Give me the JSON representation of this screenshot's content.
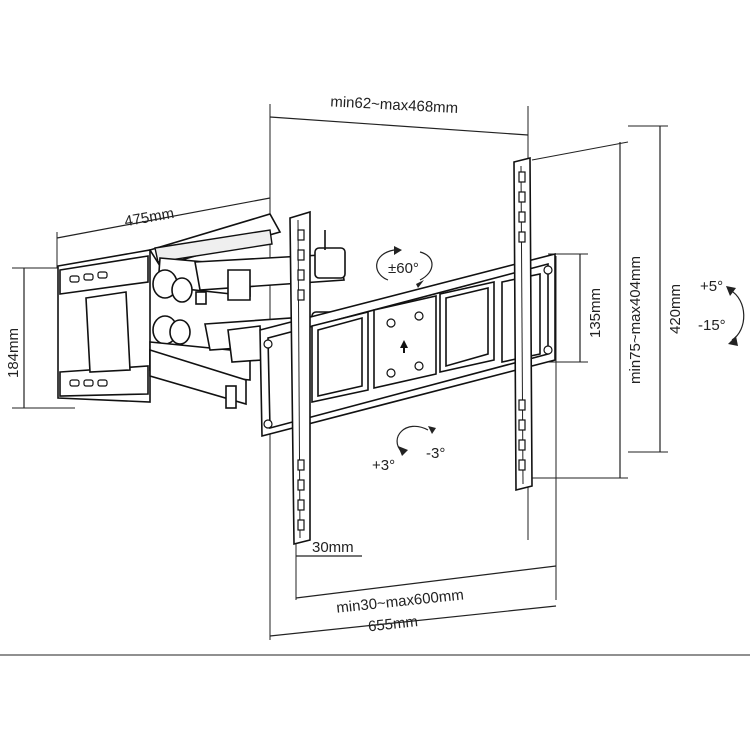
{
  "dimensions": {
    "extension": "min62~max468mm",
    "arm_length": "475mm",
    "wall_plate_height": "184mm",
    "swivel": "±60°",
    "tv_plate_height": "135mm",
    "vesa_vertical": "min75~max404mm",
    "tv_rail_height": "420mm",
    "tilt_up": "+5°",
    "tilt_down": "-15°",
    "level_plus": "+3°",
    "level_minus": "-3°",
    "rail_width": "30mm",
    "vesa_horizontal": "min30~max600mm",
    "plate_width": "655mm"
  },
  "colors": {
    "line": "#222222",
    "background": "#ffffff"
  }
}
